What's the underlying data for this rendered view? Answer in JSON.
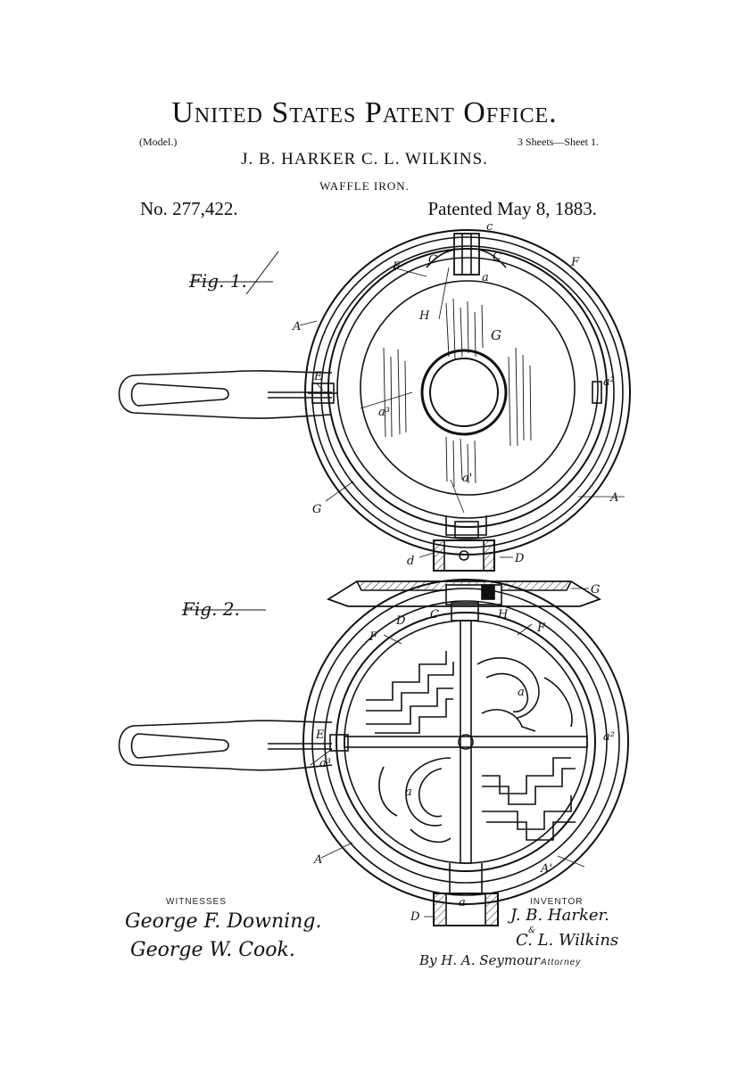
{
  "header": {
    "office": "United States Patent Office.",
    "model": "(Model.)",
    "sheets": "3 Sheets—Sheet 1.",
    "inventors": "J. B. HARKER C. L. WILKINS.",
    "title": "WAFFLE IRON.",
    "number": "No. 277,422.",
    "date": "Patented May 8, 1883."
  },
  "figures": {
    "fig1": "Fig. 1.",
    "fig2": "Fig. 2."
  },
  "letters": {
    "f1_F_left": "F",
    "f1_C_left": "C",
    "f1_c": "c",
    "f1_C_right": "C",
    "f1_F_right": "F",
    "f1_a": "a",
    "f1_H": "H",
    "f1_G": "G",
    "f1_A_left": "A",
    "f1_E": "E",
    "f1_a2": "a²",
    "f1_a3": "a³",
    "f1_a1": "a'",
    "f1_G_low": "G",
    "f1_A_right": "A",
    "f1_d": "d",
    "f1_D": "D",
    "f2_G": "G",
    "f2_D": "D",
    "f2_C": "C",
    "f2_H": "H",
    "f2_F_left": "F",
    "f2_F_right": "F",
    "f2_a_top": "a",
    "f2_E": "E",
    "f2_a2": "a²",
    "f2_a3": "a³",
    "f2_a_low": "a",
    "f2_A_left": "A",
    "f2_A_right": "A'",
    "f2_d": "a",
    "f2_D_low": "D"
  },
  "witnesses": {
    "label": "WITNESSES",
    "names": [
      "George F. Downing.",
      "George W. Cook."
    ]
  },
  "inventor": {
    "label": "INVENTOR",
    "names": [
      "J. B. Harker.",
      "C. L. Wilkins"
    ],
    "and": "&",
    "attorney_name": "By H. A. Seymour",
    "attorney_label": "Attorney"
  }
}
